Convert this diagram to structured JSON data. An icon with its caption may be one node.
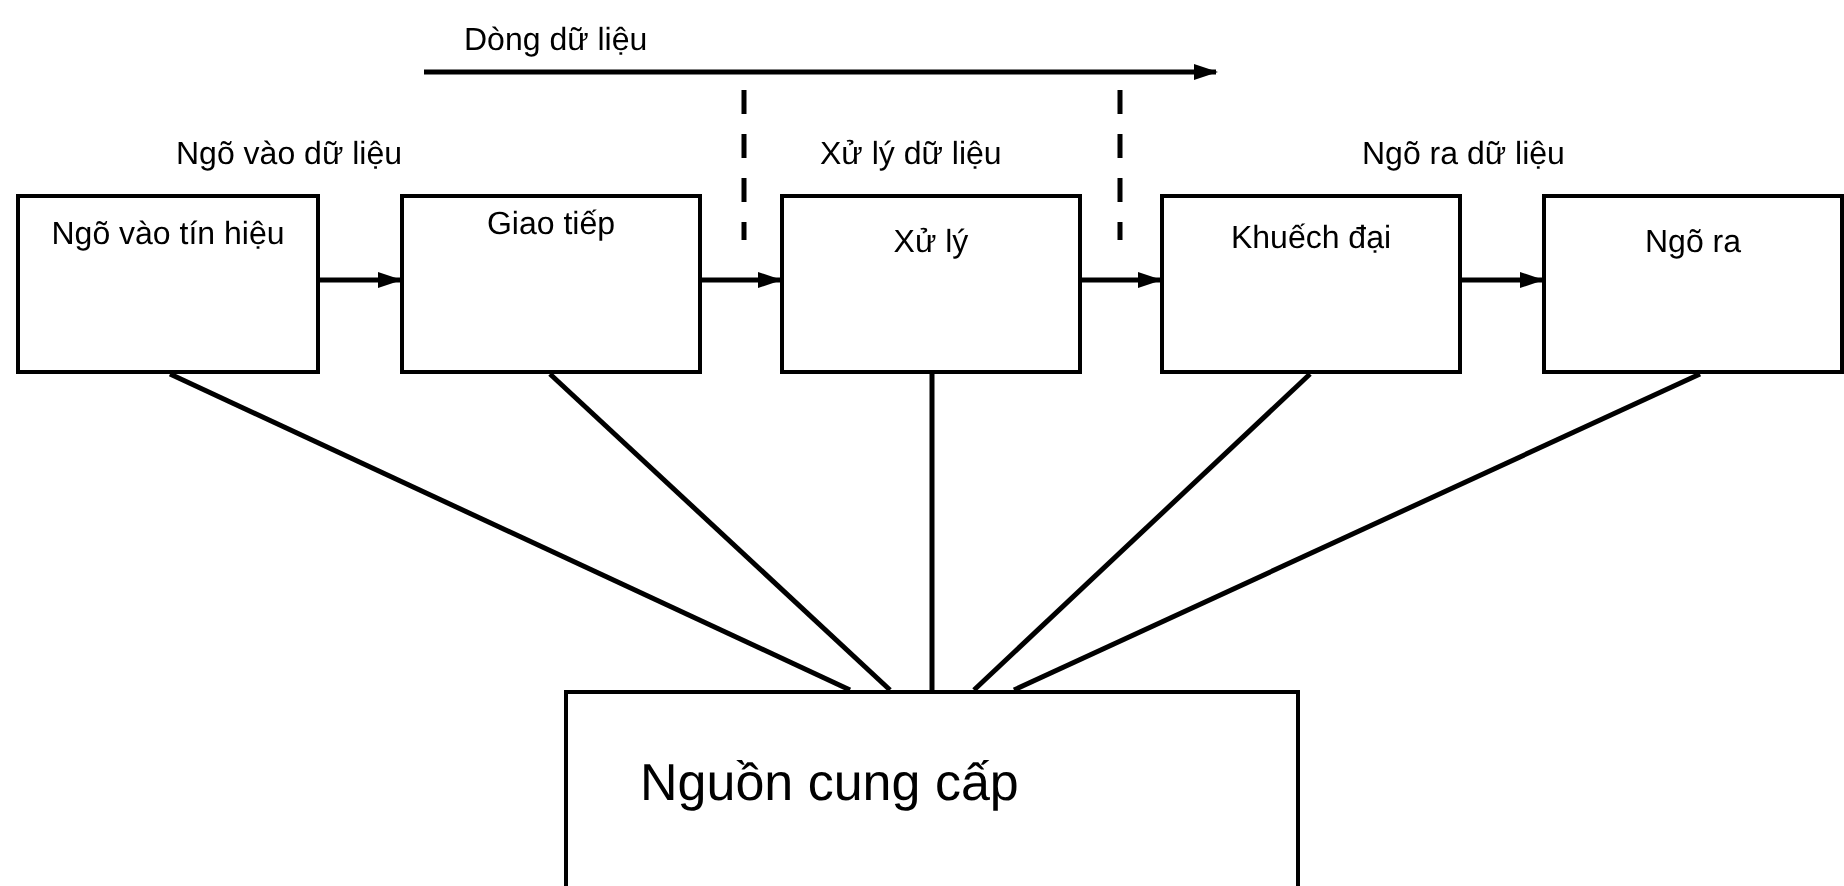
{
  "diagram": {
    "nodes": [
      {
        "text": [
          "Ngõ vào tín hiệu"
        ]
      },
      {
        "text": [
          "Giao tiếp"
        ]
      },
      {
        "text": [
          "Xử lý"
        ]
      },
      {
        "text": [
          "Khuếch đại"
        ]
      },
      {
        "text": [
          "Ngõ ra"
        ]
      },
      {
        "text": [
          "Nguồn cung cấp"
        ]
      }
    ],
    "edges": [
      {
        "from": 0,
        "to": 1,
        "arrow": "to"
      },
      {
        "from": 1,
        "to": 2,
        "arrow": "to"
      },
      {
        "from": 2,
        "to": 3,
        "arrow": "to"
      },
      {
        "from": 3,
        "to": 4,
        "arrow": "to"
      },
      {
        "from": 0,
        "to": 5,
        "arrow": "none"
      },
      {
        "from": 1,
        "to": 5,
        "arrow": "none"
      },
      {
        "from": 2,
        "to": 5,
        "arrow": "none"
      },
      {
        "from": 3,
        "to": 5,
        "arrow": "none"
      },
      {
        "from": 4,
        "to": 5,
        "arrow": "none"
      }
    ],
    "labels": [
      "Dòng dữ liệu",
      "Ngõ vào dữ liệu",
      "Xử lý dữ liệu",
      "Ngõ ra dữ liệu"
    ]
  }
}
